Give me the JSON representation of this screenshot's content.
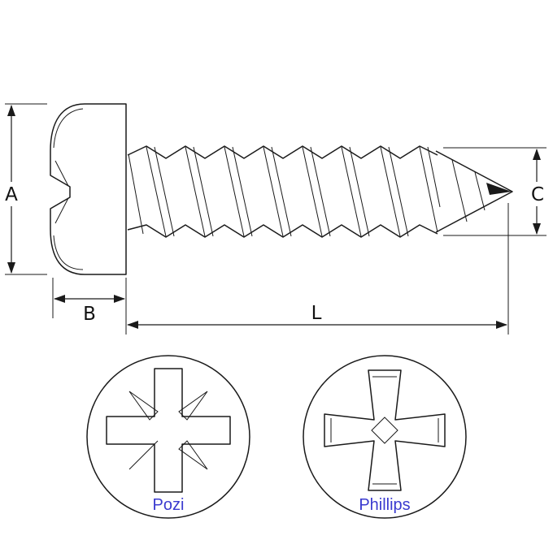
{
  "colors": {
    "line": "#1a1a1a",
    "dim_text": "#111111",
    "drive_text": "#3a3acf",
    "background": "#ffffff"
  },
  "dims": {
    "a": "A",
    "b": "B",
    "c": "C",
    "l": "L"
  },
  "drives": {
    "left_label": "Pozi",
    "right_label": "Phillips"
  }
}
